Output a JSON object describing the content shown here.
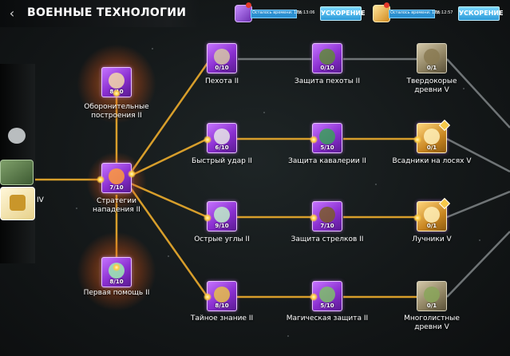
{
  "header": {
    "back_icon": "‹",
    "title": "ВОЕННЫЕ ТЕХНОЛОГИИ"
  },
  "timers": [
    {
      "icon": "hammer-icon",
      "label": "Осталось времени: 17д",
      "time": "05:13:06",
      "button": "УСКОРЕНИЕ"
    },
    {
      "icon": "scroll-icon",
      "label": "Осталось времени: 17д",
      "time": "05:12:57",
      "button": "УСКОРЕНИЕ"
    }
  ],
  "side": {
    "label": "IV"
  },
  "nodes": {
    "defense": {
      "label": "Оборонительные построения II",
      "count": "8/10"
    },
    "strategy": {
      "label": "Стратегии нападения II",
      "count": "7/10"
    },
    "firstaid": {
      "label": "Первая помощь II",
      "count": "8/10"
    },
    "infantry": {
      "label": "Пехота II",
      "count": "0/10"
    },
    "fast": {
      "label": "Быстрый удар II",
      "count": "6/10"
    },
    "sharp": {
      "label": "Острые углы II",
      "count": "9/10"
    },
    "secret": {
      "label": "Тайное знание II",
      "count": "8/10"
    },
    "inf_def": {
      "label": "Защита пехоты II",
      "count": "0/10"
    },
    "cav_def": {
      "label": "Защита кавалерии II",
      "count": "5/10"
    },
    "arch_def": {
      "label": "Защита стрелков II",
      "count": "7/10"
    },
    "mag_def": {
      "label": "Магическая защита II",
      "count": "5/10"
    },
    "ents": {
      "label": "Твердокорые древни V",
      "count": "0/1"
    },
    "elk": {
      "label": "Всадники на лосях V",
      "count": "0/1"
    },
    "archers": {
      "label": "Лучники V",
      "count": "0/1"
    },
    "leafy": {
      "label": "Многолистные древни V",
      "count": "0/1"
    }
  },
  "colors": {
    "accent_gold": "#f6c04a",
    "tile_purple": "#8a2fd0",
    "speed_button": "#2c9ad8"
  }
}
